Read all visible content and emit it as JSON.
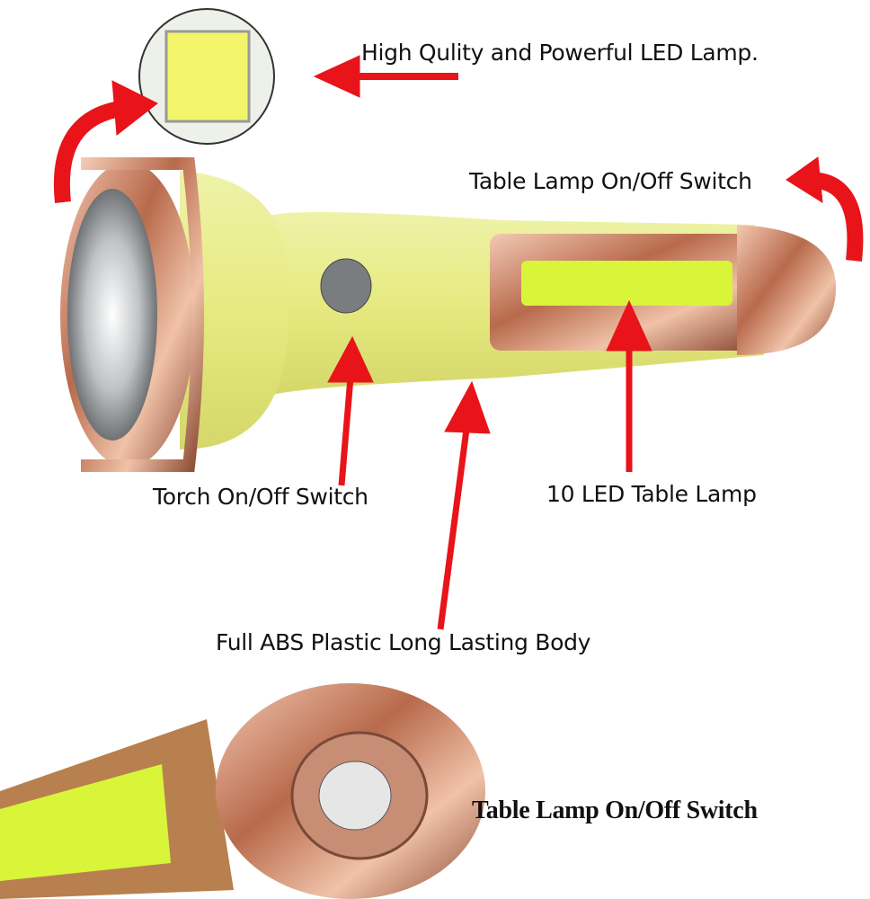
{
  "labels": {
    "led_lamp": "High Qulity and Powerful LED Lamp.",
    "table_switch_top": "Table Lamp On/Off Switch",
    "torch_switch": "Torch On/Off Switch",
    "table_lamp": "10 LED Table Lamp",
    "body": "Full ABS Plastic Long Lasting Body",
    "table_switch_bottom": "Table Lamp On/Off Switch"
  },
  "colors": {
    "body_yellow": "#e8ec8a",
    "led_green": "#d8f53a",
    "copper": "#c9876a",
    "arrow_red": "#e8141a"
  }
}
